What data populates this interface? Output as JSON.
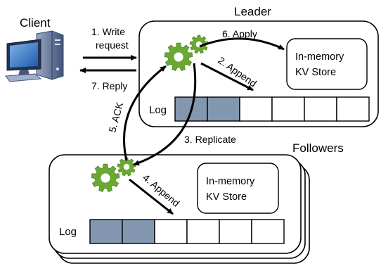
{
  "colors": {
    "gear": "#6aa832",
    "gear_dark": "#4d8a22",
    "log_filled": "#8497b0",
    "stroke": "#000000",
    "monitor": "#2f6fb8",
    "tower": "#5b6f92"
  },
  "client": {
    "label": "Client",
    "icon": "computer-icon"
  },
  "leader": {
    "title": "Leader",
    "kv_line1": "In-memory",
    "kv_line2": "KV Store",
    "log_label": "Log",
    "log_cells": 6,
    "log_filled": 2
  },
  "followers": {
    "title": "Followers",
    "kv_line1": "In-memory",
    "kv_line2": "KV Store",
    "log_label": "Log",
    "log_cells": 6,
    "log_filled": 2
  },
  "steps": {
    "write_line1": "1. Write",
    "write_line2": "request",
    "append_leader": "2. Append",
    "replicate": "3. Replicate",
    "append_follower": "4. Append",
    "ack": "5. ACK",
    "apply": "6. Apply",
    "reply": "7. Reply"
  }
}
